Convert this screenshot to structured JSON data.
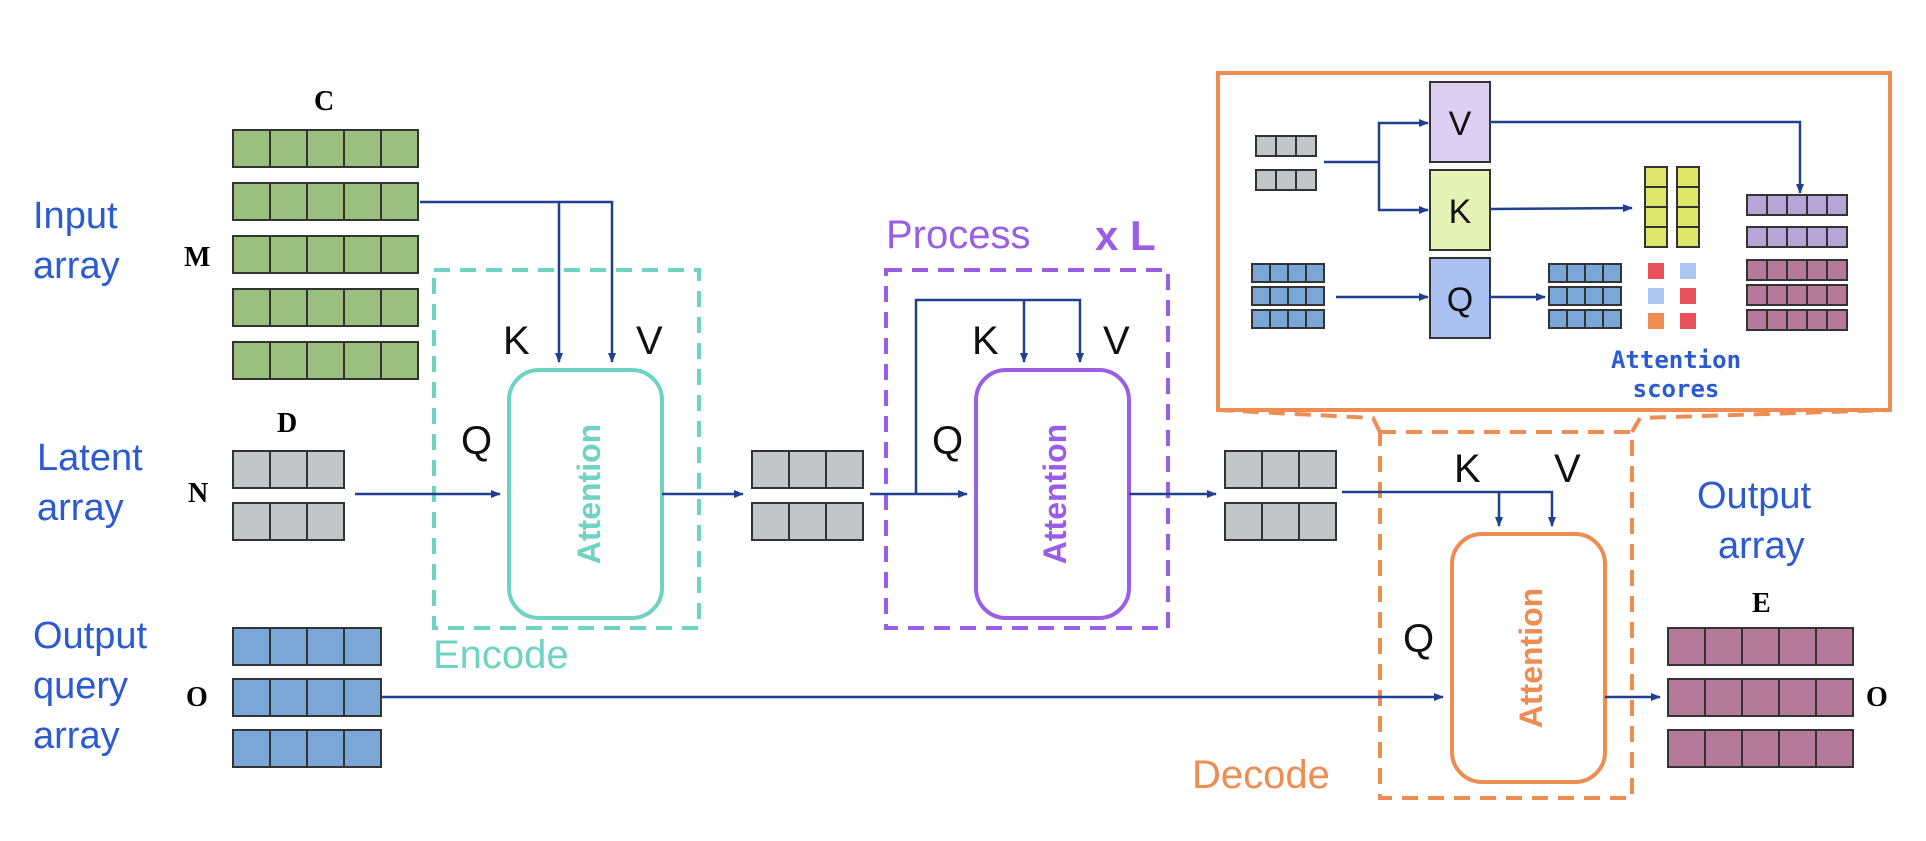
{
  "labels": {
    "input_array": [
      "Input",
      "array"
    ],
    "latent_array": [
      "Latent",
      "array"
    ],
    "output_query_array": [
      "Output",
      "query",
      "array"
    ],
    "output_array": [
      "Output",
      "array"
    ]
  },
  "dims": {
    "C": "C",
    "M": "M",
    "D": "D",
    "N": "N",
    "O_query": "O",
    "E": "E",
    "O_output": "O"
  },
  "stages": {
    "encode": "Encode",
    "process": "Process",
    "repeat": "x L",
    "decode": "Decode"
  },
  "attention": {
    "block_label": "Attention",
    "k": "K",
    "v": "V",
    "q": "Q"
  },
  "inset": {
    "v": "V",
    "k": "K",
    "q": "Q",
    "scores_label": [
      "Attention",
      "scores"
    ]
  },
  "colors": {
    "blue_text": "#2a5bd0",
    "encode": "#6fd3c4",
    "process": "#9b5de5",
    "decode": "#ef8c52",
    "green_cell": "#9bbf7f",
    "gray_cell": "#c3c6c9",
    "blue_cell": "#7aa6d8",
    "mauve_cell": "#b57a9a",
    "arrow": "#1f3f8f"
  }
}
